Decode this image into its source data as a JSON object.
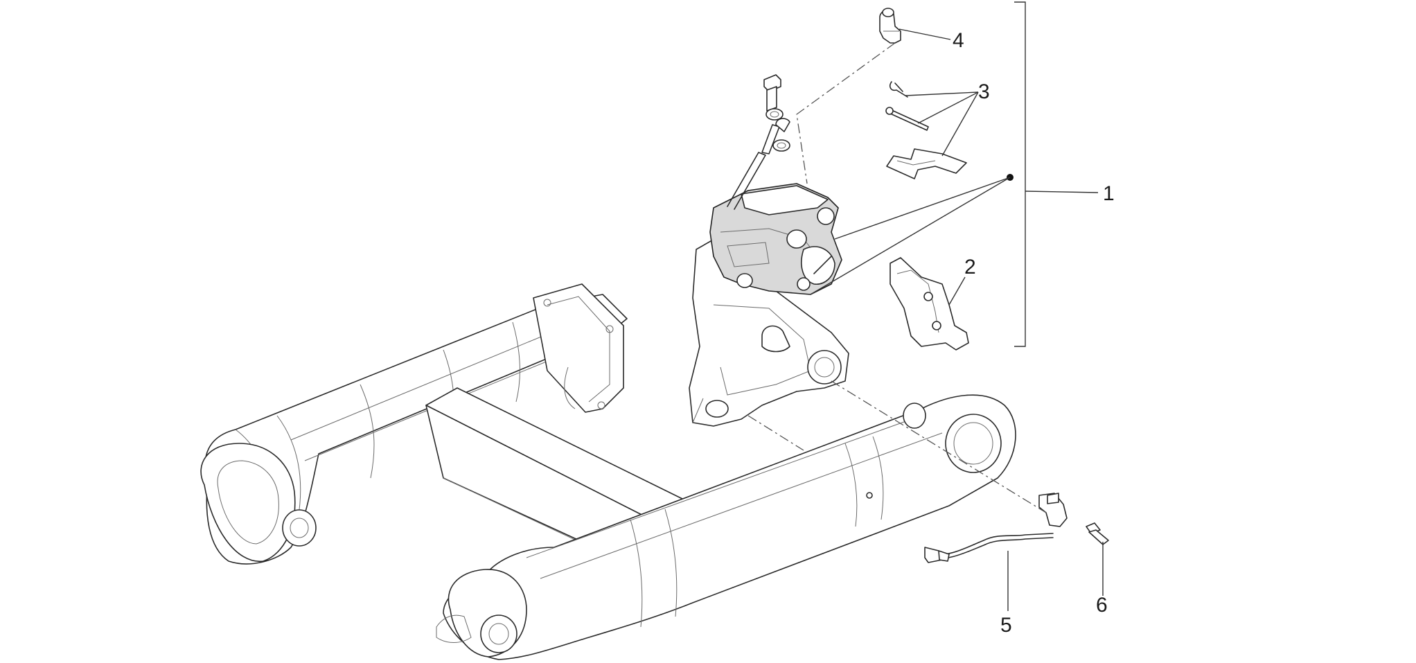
{
  "callouts": {
    "c1": "1",
    "c2": "2",
    "c3": "3",
    "c4": "4",
    "c5": "5",
    "c6": "6"
  },
  "colors": {
    "line": "#2a2a2a",
    "background": "#ffffff"
  }
}
